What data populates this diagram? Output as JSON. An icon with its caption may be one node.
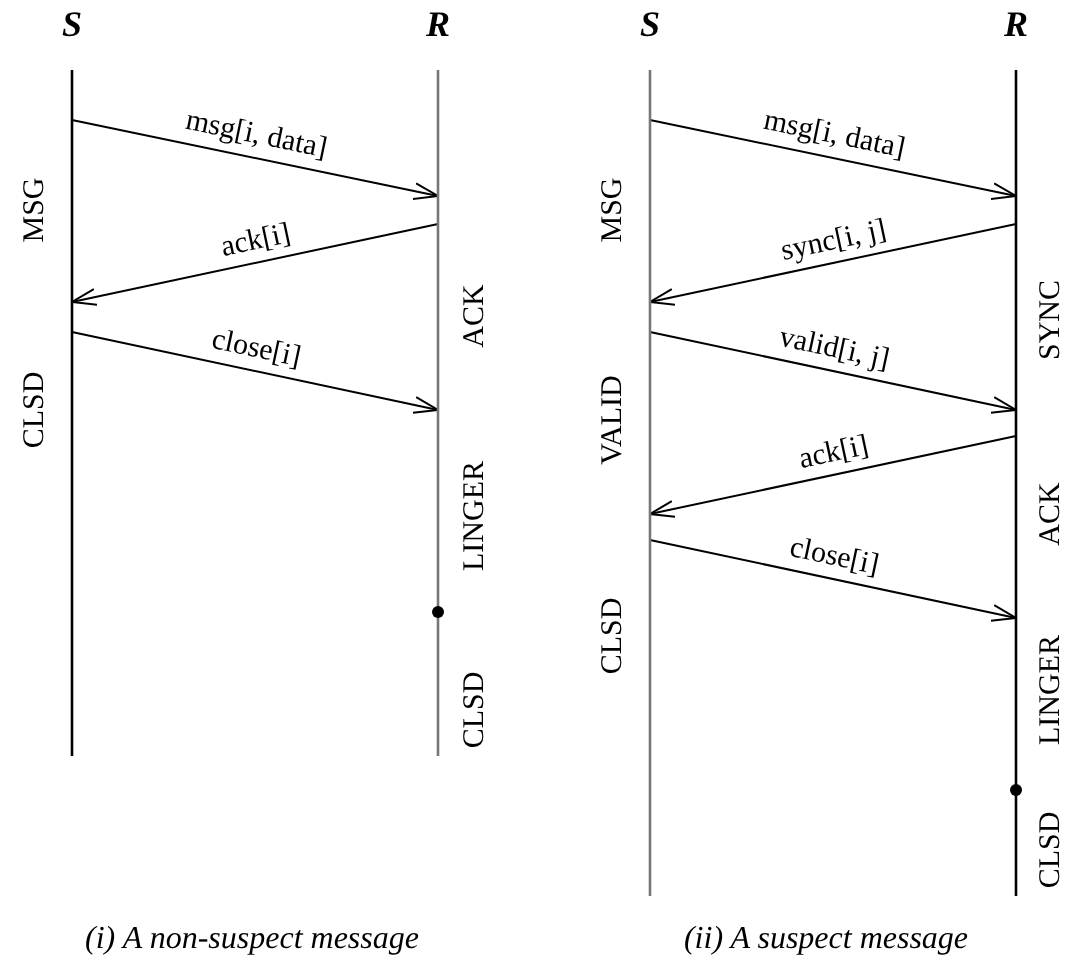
{
  "diagram": {
    "nodes": [
      {
        "text": [
          "S"
        ]
      },
      {
        "text": [
          "R"
        ]
      },
      {
        "text": [
          "S"
        ]
      },
      {
        "text": [
          "R"
        ]
      }
    ],
    "edges": [
      {
        "from": 0,
        "to": 1,
        "arrow": "to",
        "label": "msg[i, data]"
      },
      {
        "from": 1,
        "to": 0,
        "arrow": "to",
        "label": "ack[i]"
      },
      {
        "from": 0,
        "to": 1,
        "arrow": "to",
        "label": "close[i]"
      },
      {
        "from": 2,
        "to": 3,
        "arrow": "to",
        "label": "msg[i, data]"
      },
      {
        "from": 3,
        "to": 2,
        "arrow": "to",
        "label": "sync[i, j]"
      },
      {
        "from": 2,
        "to": 3,
        "arrow": "to",
        "label": "valid[i, j]"
      },
      {
        "from": 3,
        "to": 2,
        "arrow": "to",
        "label": "ack[i]"
      },
      {
        "from": 2,
        "to": 3,
        "arrow": "to",
        "label": "close[i]"
      }
    ],
    "labels": [
      "MSG",
      "CLSD",
      "ACK",
      "LINGER",
      "CLSD",
      "MSG",
      "VALID",
      "CLSD",
      "SYNC",
      "ACK",
      "LINGER",
      "CLSD",
      "(i) A non-suspect message",
      "(ii) A suspect message"
    ]
  }
}
